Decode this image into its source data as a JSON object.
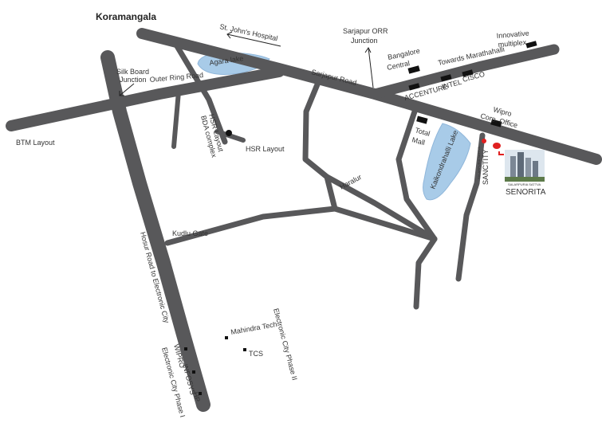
{
  "title": "Koramangala",
  "colors": {
    "road": "#58585a",
    "lake": "#a8cbe8",
    "lake_stroke": "#8fb6da",
    "project": "#e02020",
    "landmark": "#111111"
  },
  "labels": {
    "st_johns": "St. John's Hospital",
    "sarjapur_orr_1": "Sarjapur ORR",
    "sarjapur_orr_2": "Junction",
    "innovative_1": "Innovative",
    "innovative_2": "multiplex",
    "bangalore_central_1": "Bangalore",
    "bangalore_central_2": "Central",
    "towards_marathahalli": "Towards Marathahalli",
    "silk_board_1": "Silk Board",
    "silk_board_2": "Junction",
    "agara_lake": "Agara lake",
    "outer_ring_road": "Outer Ring Road",
    "sarjapur_road": "Sarjapur Road",
    "accenture": "ACCENTURE",
    "intel": "INTEL",
    "cisco": "CISCO",
    "wipro_corp_1": "Wipro",
    "wipro_corp_2": "Corp. Office",
    "total_mall_1": "Total",
    "total_mall_2": "Mall",
    "hsr_bda_1": "HSR Layout",
    "hsr_bda_2": "BDA complex",
    "hsr_layout": "HSR Layout",
    "btm_layout": "BTM Layout",
    "kaikondrahalli_lake": "Kaikondrahalli Lake",
    "sanctity_small": "SALARPURIA SATTVA",
    "sanctity": "SANCTITY",
    "senorita_small": "SALARPURIA SATTVA",
    "senorita": "SENORITA",
    "haralur": "Haralur",
    "kudlu_gate": "Kudlu Gate",
    "hosur_road": "Hosur Road to Electronic City",
    "mahindra_tech": "Mahindra Tech",
    "tcs": "TCS",
    "ec_phase_2": "Electronic City Phase II",
    "wipro": "WIPRO",
    "infosys": "INFOSYS",
    "hp": "HP",
    "ec_phase_1": "Electronic City Phase I"
  }
}
